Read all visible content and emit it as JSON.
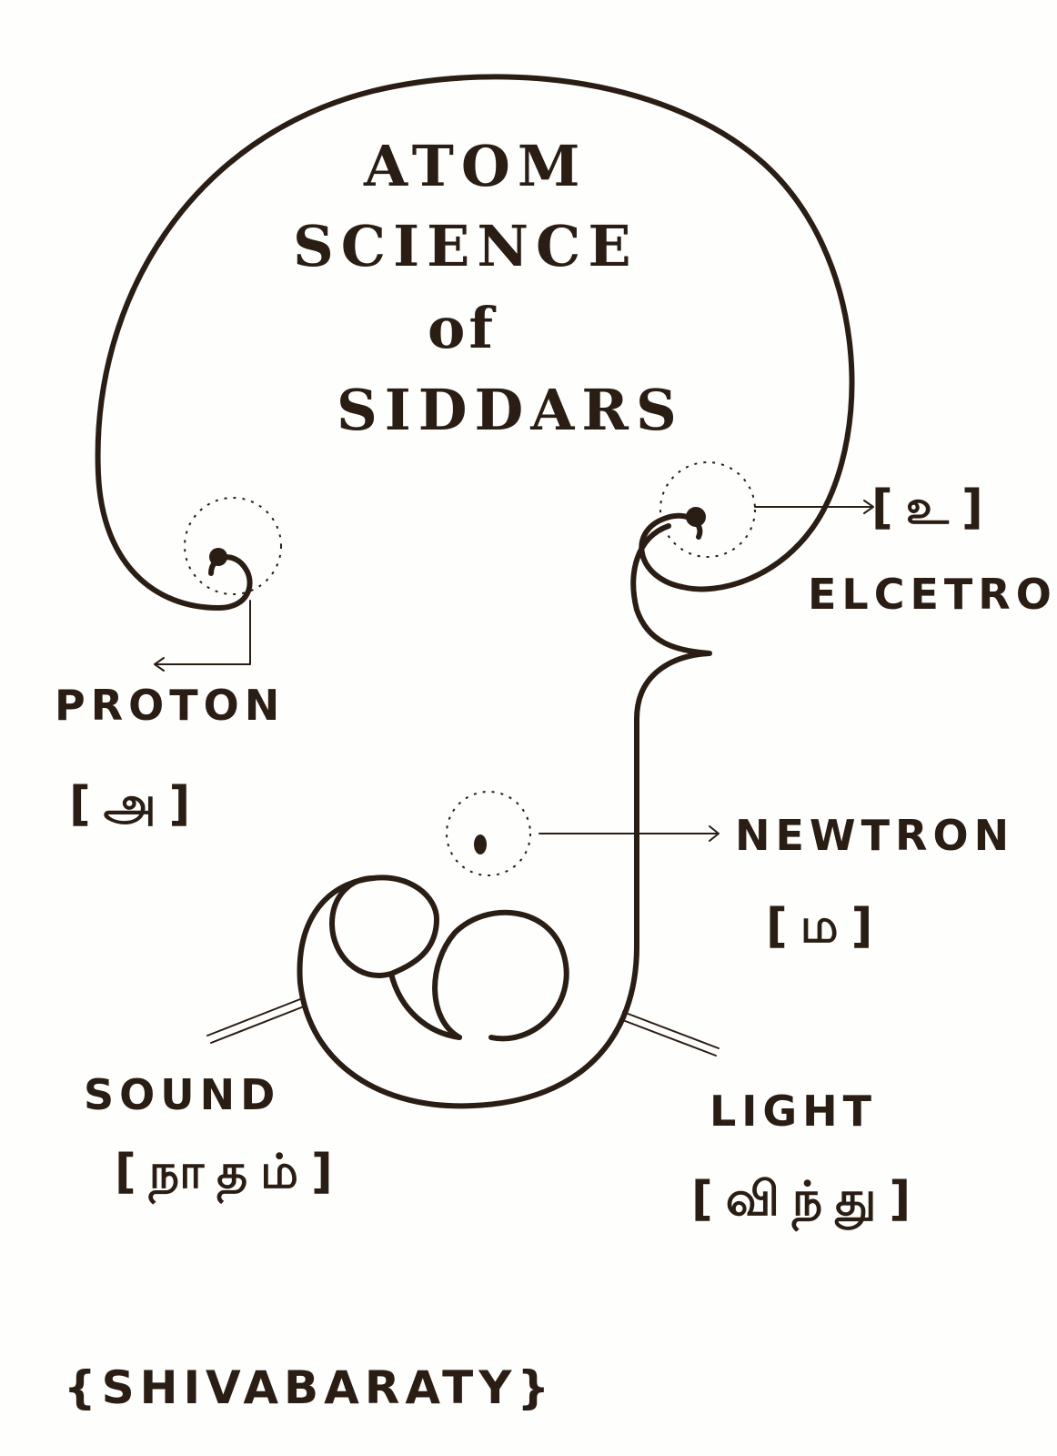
{
  "title": {
    "line1": "ATOM",
    "line2": "SCIENCE",
    "line3": "of",
    "line4": "SIDDARS"
  },
  "labels": {
    "proton": "PROTON",
    "proton_tamil": "[அ]",
    "electron": "ELCETRON",
    "electron_tamil": "[உ]",
    "neutron": "NEWTRON",
    "neutron_tamil": "[ம]",
    "sound": "SOUND",
    "sound_tamil": "[நாதம்]",
    "light": "LIGHT",
    "light_tamil": "[விந்து]"
  },
  "signature": "{SHIVABARATY}",
  "colors": {
    "ink": "#2a1d14",
    "paper": "#fefefc"
  }
}
